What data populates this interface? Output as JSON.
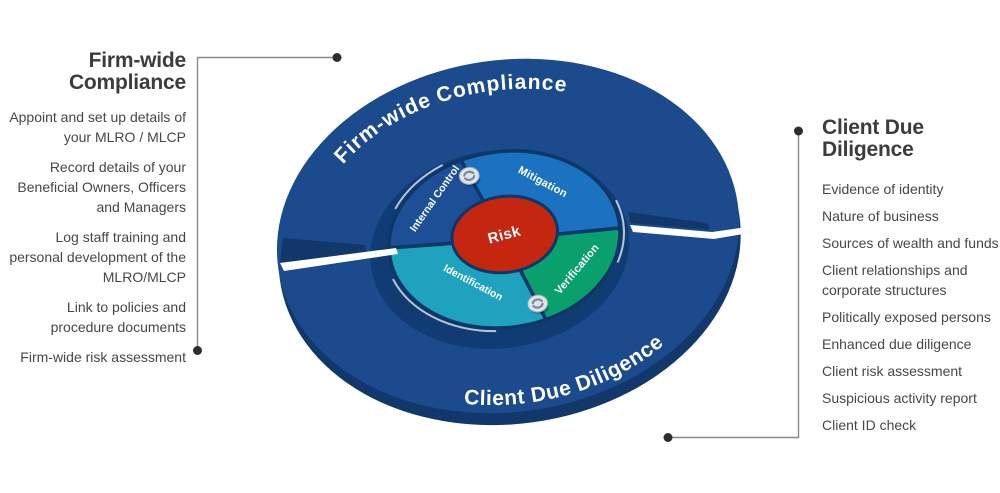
{
  "left_panel": {
    "heading": "Firm-wide Compliance",
    "items": [
      "Appoint and set up details of your MLRO / MLCP",
      "Record details of your Beneficial Owners, Officers and Managers",
      "Log staff training and personal development of the MLRO/MLCP",
      "Link to policies and procedure documents",
      "Firm-wide risk assessment"
    ]
  },
  "right_panel": {
    "heading": "Client Due Diligence",
    "items": [
      "Evidence of identity",
      "Nature of business",
      "Sources of wealth and funds",
      "Client relationships and corporate structures",
      "Politically exposed persons",
      "Enhanced due diligence",
      "Client risk assessment",
      "Suspicious activity report",
      "Client ID check"
    ]
  },
  "diagram": {
    "outer_ring": {
      "top_label": "Firm-wide Compliance",
      "bottom_label": "Client Due Diligence",
      "ring_color": "#1b4a8d",
      "depth_color": "#12386b"
    },
    "segments": [
      {
        "label": "Internal Control",
        "color": "#1d4f97"
      },
      {
        "label": "Mitigation",
        "color": "#1b72c0"
      },
      {
        "label": "Identification",
        "color": "#1fa2bd"
      },
      {
        "label": "Verification",
        "color": "#0aa06d"
      }
    ],
    "center": {
      "label": "Risk",
      "color": "#c4260f"
    },
    "outline_color": "#0c3766"
  }
}
